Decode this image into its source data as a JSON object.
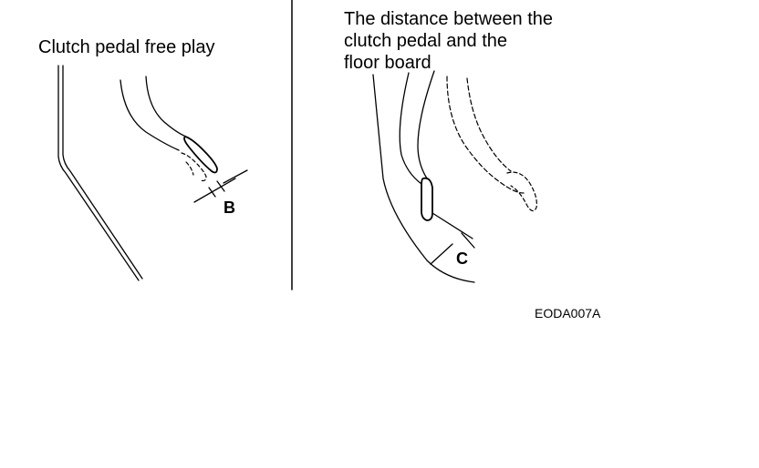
{
  "left_panel": {
    "title": "Clutch pedal free play",
    "dimension_label": "B"
  },
  "right_panel": {
    "title_lines": [
      "The distance between the",
      "clutch pedal and the",
      "floor board"
    ],
    "dimension_label": "C"
  },
  "figure_code": "EODA007A",
  "colors": {
    "ink": "#000000",
    "background": "#ffffff"
  }
}
